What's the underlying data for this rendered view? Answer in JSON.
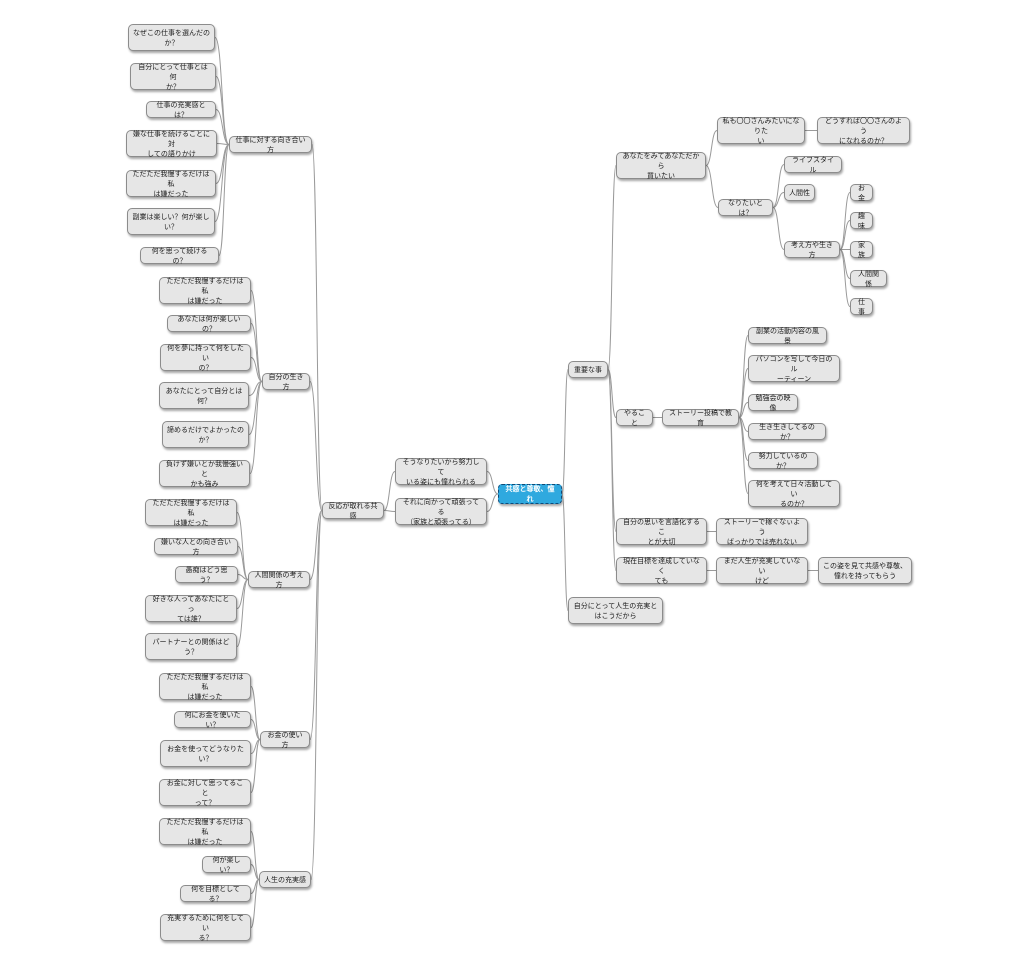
{
  "root": {
    "label": "共感と尊敬、憧れ"
  },
  "nodes": {
    "right_1": "重要な事",
    "right_1_1": "あなたをみてあなただから\n買いたい",
    "right_1_1_1": "私も〇〇さんみたいになりた\nい",
    "right_1_1_1_1": "どうすれば〇〇さんのよう\nになれるのか？",
    "right_1_1_2": "なりたいとは？",
    "right_1_1_2_1": "ライフスタイル",
    "right_1_1_2_2": "人間性",
    "right_1_1_2_3": "考え方や生き方",
    "right_1_1_2_3_1": "お金",
    "right_1_1_2_3_2": "趣味",
    "right_1_1_2_3_3": "家族",
    "right_1_1_2_3_4": "人間関係",
    "right_1_1_2_3_5": "仕事",
    "right_1_2": "やること",
    "right_1_2_1": "ストーリー投稿で教育",
    "right_1_2_1_1": "副業の活動内容の風景",
    "right_1_2_1_2": "パソコンを写して今日のル\nーティーン",
    "right_1_2_1_3": "勉強会の映像",
    "right_1_2_1_4": "生き生きしてるのか？",
    "right_1_2_1_5": "努力しているのか？",
    "right_1_2_1_6": "何を考えて日々活動してい\nるのか？",
    "right_1_3": "自分の思いを言語化するこ\nとが大切",
    "right_1_3_1": "ストーリーで稼ぐなぃよう\nばっかりでは売れない",
    "right_1_4": "現在目標を達成していなく\nても",
    "right_1_4_1": "まだ人生が充実していない\nけど",
    "right_1_4_1_1": "この姿を見て共感や尊敬、\n憧れを持ってもらう",
    "right_1_5": "自分にとって人生の充実と\nはこうだから",
    "mid_1": "そうなりたいから努力して\nいる姿にも憧れられる",
    "mid_2": "それに向かって頑張ってる\n（家族と頑張ってる）",
    "left": "反応が取れる共感",
    "left_1": "仕事に対する向き合い方",
    "left_1_1": "なぜこの仕事を選んだの\nか？",
    "left_1_2": "自分にとって仕事とは何\nか？",
    "left_1_3": "仕事の充実感とは？",
    "left_1_4": "嫌な仕事を続けることに対\nしての語りかけ",
    "left_1_5": "ただただ我慢するだけは私\nは嫌だった",
    "left_1_6": "副業は楽しい？何が楽し\nい？",
    "left_1_7": "何を思って続けるの？",
    "left_2": "自分の生き方",
    "left_2_1": "ただただ我慢するだけは私\nは嫌だった",
    "left_2_2": "あなたは何が楽しいの？",
    "left_2_3": "何を夢に持って何をしたい\nの？",
    "left_2_4": "あなたにとって自分とは\n何？",
    "left_2_5": "諦めるだけでよかったの\nか？",
    "left_2_6": "負けず嫌いとか我慢強いと\nかも強み",
    "left_3": "人間関係の考え方",
    "left_3_1": "ただただ我慢するだけは私\nは嫌だった",
    "left_3_2": "嫌いな人との向き合い方",
    "left_3_3": "愚痴はどう思う？",
    "left_3_4": "好きな人ってあなたにとっ\nては誰？",
    "left_3_5": "パートナーとの関係はど\nう？",
    "left_4": "お金の使い方",
    "left_4_1": "ただただ我慢するだけは私\nは嫌だった",
    "left_4_2": "何にお金を使いたい？",
    "left_4_3": "お金を使ってどうなりた\nい？",
    "left_4_4": "お金に対して思ってること\nって？",
    "left_5": "人生の充実感",
    "left_5_1": "ただただ我慢するだけは私\nは嫌だった",
    "left_5_2": "何が楽しい？",
    "left_5_3": "何を目標としてる？",
    "left_5_4": "充実するために何をしてい\nる？"
  }
}
